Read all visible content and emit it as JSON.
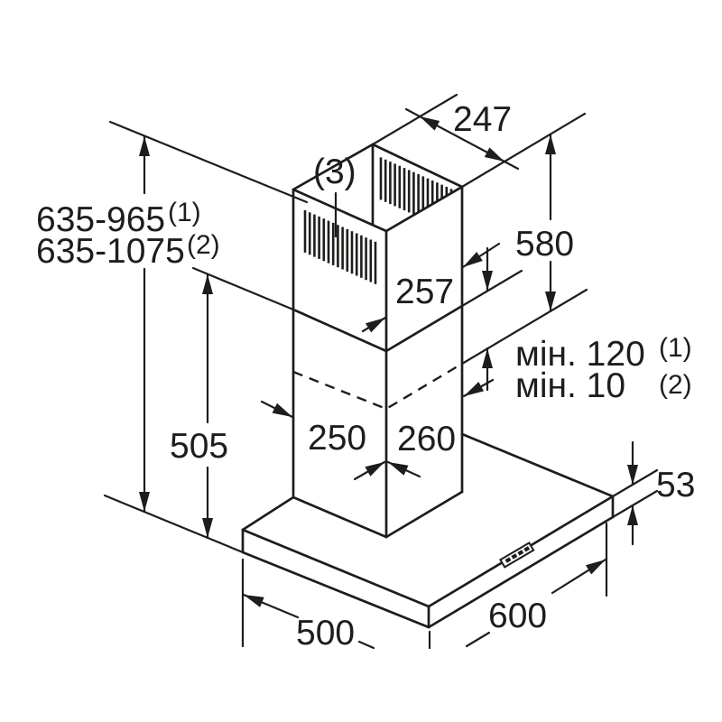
{
  "drawing": {
    "type": "appliance dimension drawing",
    "subject": "wall-mounted chimney cooker hood"
  },
  "labels": {
    "overall_height": {
      "range1": "635-965",
      "range1_note": "(1)",
      "range2": "635-1075",
      "range2_note": "(2)"
    },
    "chimney": {
      "top_width": "247",
      "upper_height": "580",
      "upper_face_width": "257",
      "grille_callout": "(3)",
      "lower_face_width_left": "250",
      "lower_face_width_right": "260",
      "lower_height": "505"
    },
    "clearance": {
      "line1": "мін. 120",
      "line1_note": "(1)",
      "line2": "мін. 10",
      "line2_note": "(2)"
    },
    "hood": {
      "height": "53",
      "depth": "500",
      "width": "600"
    }
  },
  "colors": {
    "line": "#1d1d1b",
    "background": "#ffffff"
  }
}
